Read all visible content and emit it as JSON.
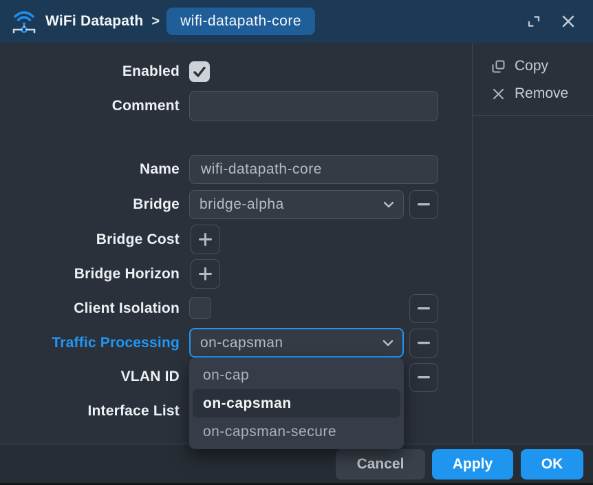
{
  "titlebar": {
    "title": "WiFi Datapath",
    "separator": ">",
    "badge": "wifi-datapath-core"
  },
  "icons": {
    "app": "wifi-antenna-icon",
    "detach": "pop-out-corners-icon",
    "close": "x-icon",
    "copy": "overlapping-squares-icon",
    "remove": "x-icon",
    "dropdown": "chevron-down-icon"
  },
  "colors": {
    "accent": "#2196f3",
    "titlebar_bg": "#1c3a55",
    "badge_bg": "#1f5e99",
    "window_bg": "#2b313a",
    "panel_border": "#3e4551"
  },
  "form": {
    "fields": {
      "enabled": {
        "label": "Enabled",
        "checked": true
      },
      "comment": {
        "label": "Comment",
        "value": ""
      },
      "name": {
        "label": "Name",
        "value": "wifi-datapath-core"
      },
      "bridge": {
        "label": "Bridge",
        "value": "bridge-alpha"
      },
      "bridge_cost": {
        "label": "Bridge Cost"
      },
      "bridge_horizon": {
        "label": "Bridge Horizon"
      },
      "client_isolation": {
        "label": "Client Isolation",
        "checked": false
      },
      "traffic_processing": {
        "label": "Traffic Processing",
        "value": "on-capsman"
      },
      "vlan_id": {
        "label": "VLAN ID"
      },
      "interface_list": {
        "label": "Interface List"
      }
    },
    "dropdown": {
      "options": [
        "on-cap",
        "on-capsman",
        "on-capsman-secure"
      ],
      "selected": "on-capsman"
    }
  },
  "sidebar": {
    "copy_label": "Copy",
    "remove_label": "Remove"
  },
  "footer": {
    "cancel_label": "Cancel",
    "apply_label": "Apply",
    "ok_label": "OK"
  }
}
